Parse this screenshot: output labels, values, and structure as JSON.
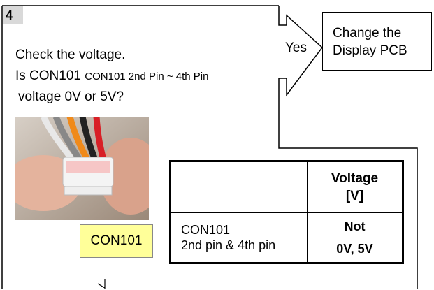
{
  "step": {
    "number": "4"
  },
  "question": {
    "line1": "Check the voltage.",
    "line2_main": "Is CON101",
    "line2_detail": "CON101 2nd Pin ~ 4th Pin",
    "line3": "voltage 0V or 5V?"
  },
  "branch": {
    "yes_label": "Yes"
  },
  "action": {
    "line1": "Change the",
    "line2": "Display PCB"
  },
  "photo": {
    "label": "CON101"
  },
  "table": {
    "header": {
      "col1": "",
      "col2_line1": "Voltage",
      "col2_line2": "[V]"
    },
    "rows": [
      {
        "label_line1": "CON101",
        "label_line2": "2nd pin & 4th pin",
        "value_line1": "Not",
        "value_line2": "0V, 5V"
      }
    ]
  }
}
